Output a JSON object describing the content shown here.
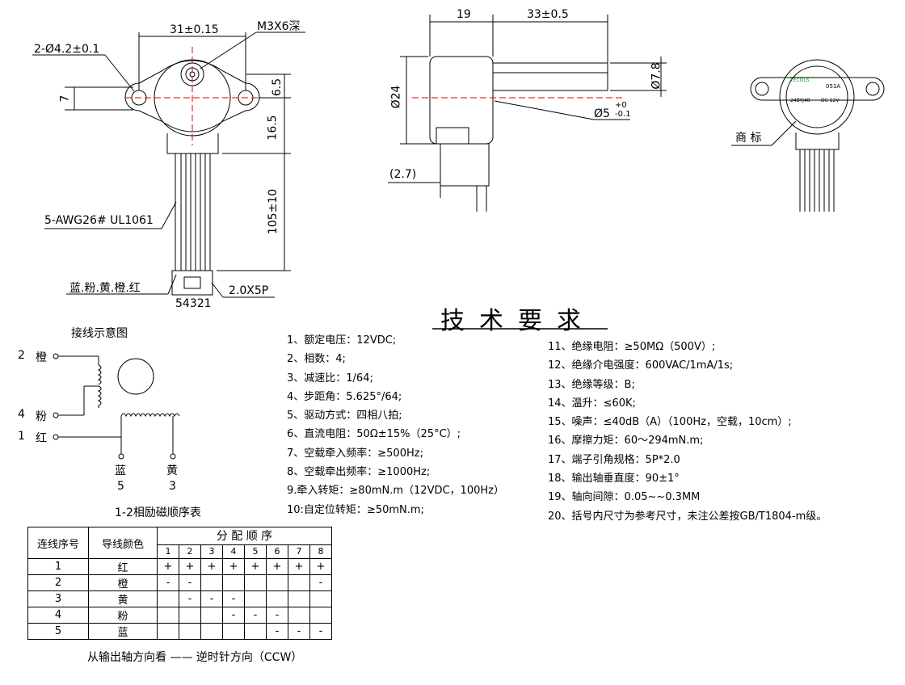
{
  "drawing": {
    "dims": {
      "hole_spacing": "31±0.15",
      "screw": "M3X6深",
      "holes": "2-Ø4.2±0.1",
      "dim_7": "7",
      "dim_65": "6.5",
      "dim_165": "16.5",
      "dim_lead": "105±10",
      "wire_spec": "5-AWG26# UL1061",
      "wire_colors": "蓝.粉.黄.橙.红",
      "connector_pins": "54321",
      "connector": "2.0X5P",
      "dim_19": "19",
      "dim_33": "33±0.5",
      "dia_24": "Ø24",
      "dia_78": "Ø7.8",
      "dia_5": "Ø5",
      "dia_5_tol_upper": "+0",
      "dia_5_tol_lower": "-0.1",
      "dim_27": "(2.7)",
      "trademark": "商 标"
    },
    "label_text": {
      "brand": "TECOLS",
      "model": "24BYJ48",
      "code": "051A",
      "voltage": "DC 12V"
    }
  },
  "wiring": {
    "title": "接线示意图",
    "left_terminals": [
      {
        "num": "2",
        "color": "橙"
      },
      {
        "num": "4",
        "color": "粉"
      },
      {
        "num": "1",
        "color": "红"
      }
    ],
    "bottom_terminals": [
      {
        "num": "5",
        "color": "蓝"
      },
      {
        "num": "3",
        "color": "黄"
      }
    ]
  },
  "requirements": {
    "title": "技术要求",
    "left": [
      "1、额定电压：12VDC;",
      "2、相数：4;",
      "3、减速比：1/64;",
      "4、步距角：5.625°/64;",
      "5、驱动方式：四相八拍;",
      "6、直流电阻：50Ω±15%（25°C）;",
      "7、空载牵入频率：≥500Hz;",
      "8、空载牵出频率：≥1000Hz;",
      "9.牵入转矩：≥80mN.m（12VDC，100Hz）",
      "10:自定位转矩：≥50mN.m;"
    ],
    "right": [
      "11、绝缘电阻：≥50MΩ（500V）;",
      "12、绝缘介电强度：600VAC/1mA/1s;",
      "13、绝缘等级：B;",
      "14、温升：≤60K;",
      "15、噪声：≤40dB（A）（100Hz，空载，10cm）;",
      "16、摩擦力矩：60～294mN.m;",
      "17、端子引角规格：5P*2.0",
      "18、输出轴垂直度：90±1°",
      "19、轴向间隙：0.05~~0.3MM",
      "20、括号内尺寸为参考尺寸，未注公差按GB/T1804-m级。"
    ]
  },
  "sequence_table": {
    "caption": "1-2相励磁顺序表",
    "header_num": "连线序号",
    "header_color": "导线颜色",
    "header_seq": "分 配 顺 序",
    "steps": [
      "1",
      "2",
      "3",
      "4",
      "5",
      "6",
      "7",
      "8"
    ],
    "rows": [
      {
        "num": "1",
        "color": "红",
        "cells": [
          "+",
          "+",
          "+",
          "+",
          "+",
          "+",
          "+",
          "+"
        ]
      },
      {
        "num": "2",
        "color": "橙",
        "cells": [
          "-",
          "-",
          "",
          "",
          "",
          "",
          "",
          "-"
        ]
      },
      {
        "num": "3",
        "color": "黄",
        "cells": [
          "",
          "-",
          "-",
          "-",
          "",
          "",
          "",
          ""
        ]
      },
      {
        "num": "4",
        "color": "粉",
        "cells": [
          "",
          "",
          "",
          "-",
          "-",
          "-",
          "",
          ""
        ]
      },
      {
        "num": "5",
        "color": "蓝",
        "cells": [
          "",
          "",
          "",
          "",
          "",
          "-",
          "-",
          "-"
        ]
      }
    ],
    "footnote": "从输出轴方向看 —— 逆时针方向（CCW）"
  }
}
